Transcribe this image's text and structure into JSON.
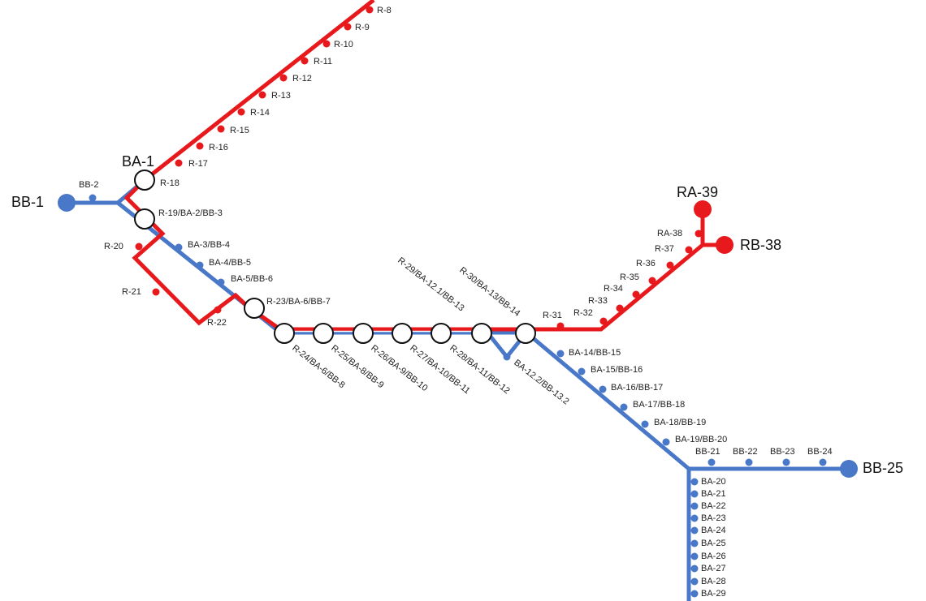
{
  "colors": {
    "red_line": "#e8191c",
    "blue_line": "#4a78c8",
    "interchange_fill": "#ffffff",
    "interchange_stroke": "#111111"
  },
  "terminals": {
    "bb1": "BB-1",
    "ba1": "BA-1",
    "ra39": "RA-39",
    "rb38": "RB-38",
    "bb25": "BB-25"
  },
  "red_stations": {
    "r8": "R-8",
    "r9": "R-9",
    "r10": "R-10",
    "r11": "R-11",
    "r12": "R-12",
    "r13": "R-13",
    "r14": "R-14",
    "r15": "R-15",
    "r16": "R-16",
    "r17": "R-17",
    "r18": "R-18",
    "r20": "R-20",
    "r21": "R-21",
    "r22": "R-22",
    "r31": "R-31",
    "r32": "R-32",
    "r33": "R-33",
    "r34": "R-34",
    "r35": "R-35",
    "r36": "R-36",
    "r37": "R-37",
    "ra38": "RA-38"
  },
  "interchanges": {
    "i19": "R-19/BA-2/BB-3",
    "i23": "R-23/BA-6/BB-7",
    "i24": "R-24/BA-6/BB-8",
    "i25": "R-25/BA-8/BB-9",
    "i26": "R-26/BA-9/BB-10",
    "i27": "R-27/BA-10/BB-11",
    "i28": "R-28/BA-11/BB-12",
    "i29": "R-29/BA-12.1/BB-13",
    "i30": "R-30/BA-13/BB-14"
  },
  "blue_stations": {
    "bb2": "BB-2",
    "ba3": "BA-3/BB-4",
    "ba4": "BA-4/BB-5",
    "ba5": "BA-5/BB-6",
    "ba122": "BA-12.2/BB-13.2",
    "ba14": "BA-14/BB-15",
    "ba15": "BA-15/BB-16",
    "ba16": "BA-16/BB-17",
    "ba17": "BA-17/BB-18",
    "ba18": "BA-18/BB-19",
    "ba19": "BA-19/BB-20",
    "bb21": "BB-21",
    "bb22": "BB-22",
    "bb23": "BB-23",
    "bb24": "BB-24",
    "ba20": "BA-20",
    "ba21": "BA-21",
    "ba22": "BA-22",
    "ba23": "BA-23",
    "ba24": "BA-24",
    "ba25": "BA-25",
    "ba26": "BA-26",
    "ba27": "BA-27",
    "ba28": "BA-28",
    "ba29": "BA-29"
  }
}
